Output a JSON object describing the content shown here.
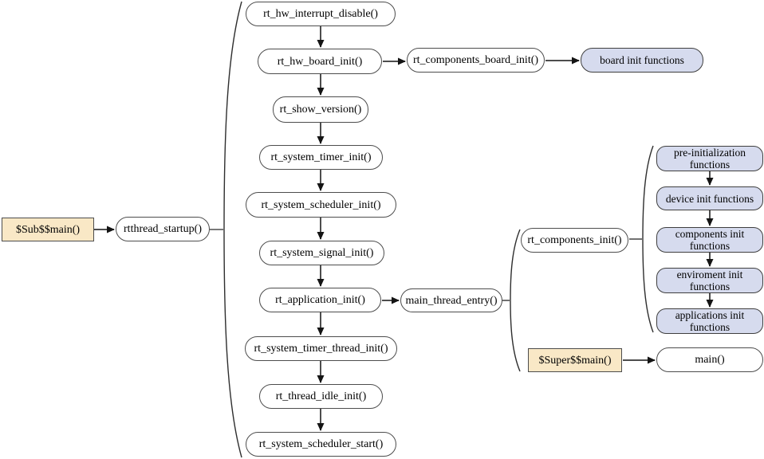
{
  "nodes": {
    "sub_main": "$Sub$$main()",
    "rtthread_startup": "rtthread_startup()",
    "hw_interrupt_disable": "rt_hw_interrupt_disable()",
    "hw_board_init": "rt_hw_board_init()",
    "components_board_init": "rt_components_board_init()",
    "board_init_functions": "board init functions",
    "show_version": "rt_show_version()",
    "system_timer_init": "rt_system_timer_init()",
    "system_scheduler_init": "rt_system_scheduler_init()",
    "system_signal_init": "rt_system_signal_init()",
    "application_init": "rt_application_init()",
    "main_thread_entry": "main_thread_entry()",
    "components_init": "rt_components_init()",
    "pre_init_functions": "pre-initialization functions",
    "device_init_functions": "device init functions",
    "components_init_functions": "components init functions",
    "enviroment_init_functions": "enviroment init functions",
    "applications_init_functions": "applications init functions",
    "super_main": "$Super$$main()",
    "main": "main()",
    "system_timer_thread_init": "rt_system_timer_thread_init()",
    "thread_idle_init": "rt_thread_idle_init()",
    "system_scheduler_start": "rt_system_scheduler_start()"
  },
  "colors": {
    "highlight_fill": "#f9e8c6",
    "module_fill": "#d6dbee",
    "plain_fill": "#ffffff",
    "line": "#4d4d4d"
  }
}
